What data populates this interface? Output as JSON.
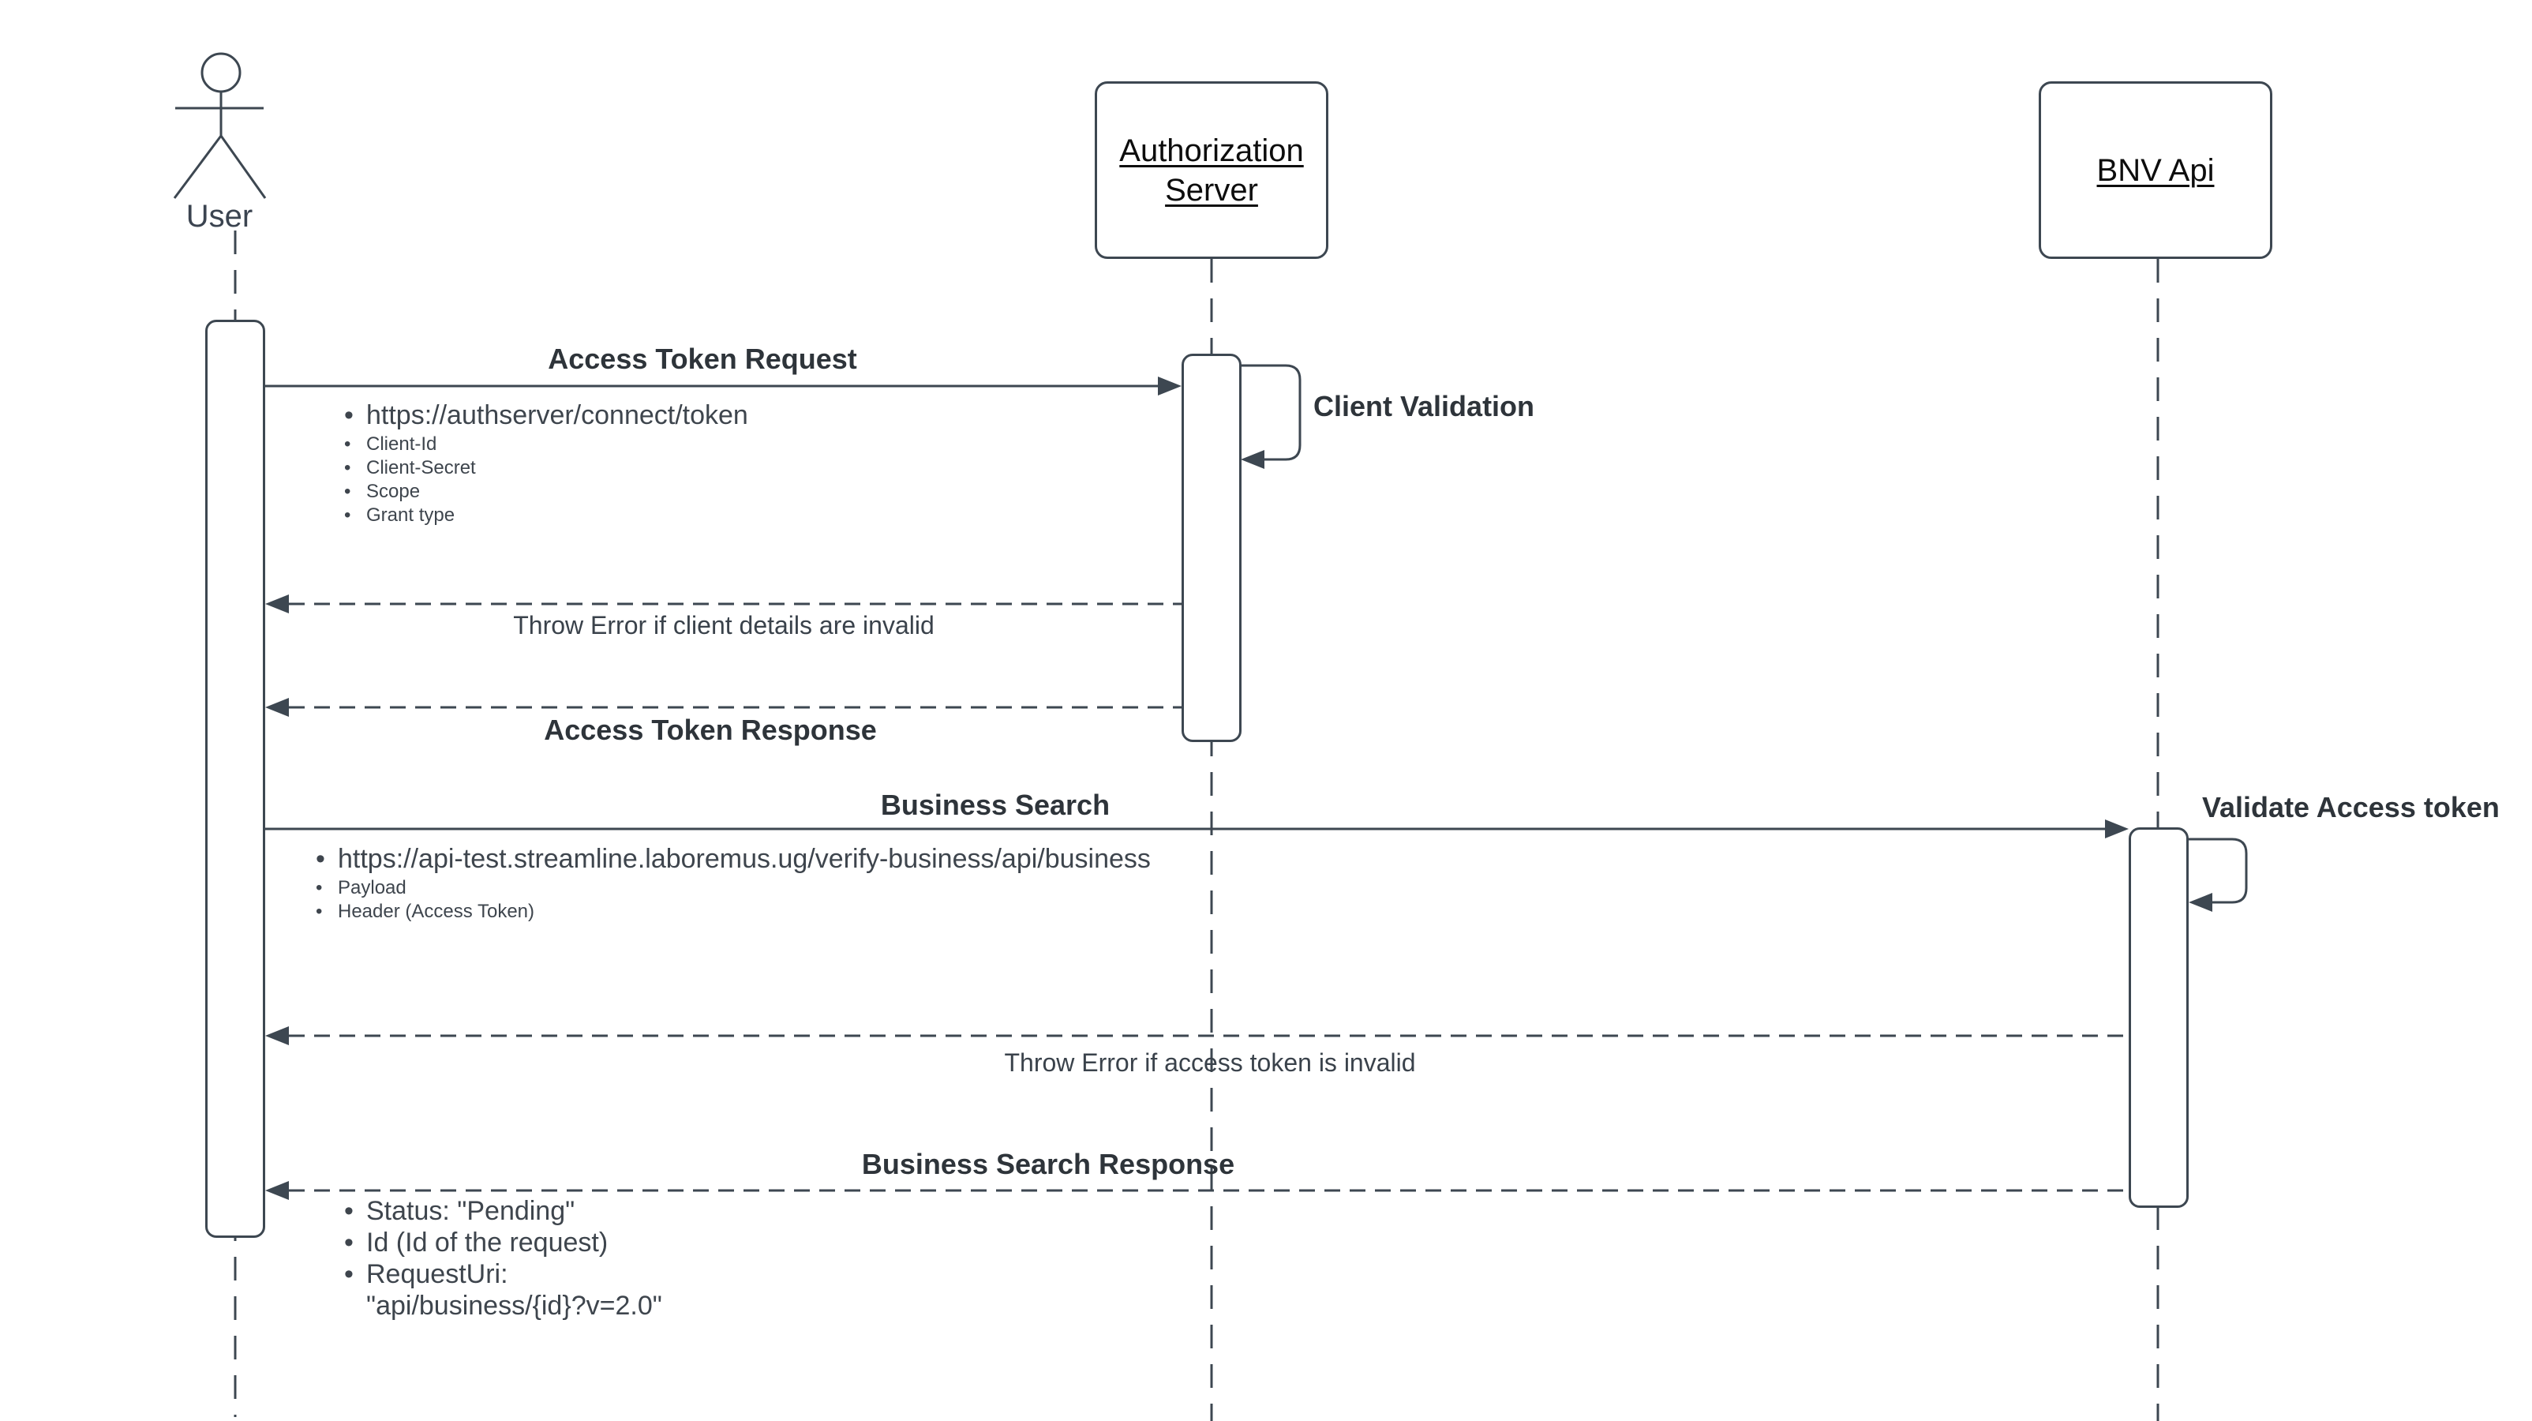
{
  "diagram": {
    "type": "uml-sequence-diagram",
    "colors": {
      "stroke": "#3d4751",
      "participant_text": "#0d0d0d",
      "bold_label_text": "#2e343a",
      "plain_text": "#3a424b",
      "background": "#ffffff"
    }
  },
  "actors": {
    "user": {
      "label": "User"
    },
    "auth_server": {
      "label": "Authorization Server"
    },
    "bnv_api": {
      "label": "BNV Api"
    }
  },
  "messages": {
    "access_token_request": {
      "label": "Access Token Request",
      "style": "solid",
      "from": "User",
      "to": "Authorization Server"
    },
    "client_validation": {
      "label": "Client Validation",
      "style": "self-loop",
      "on": "Authorization Server"
    },
    "throw_error_client": {
      "label": "Throw Error if client details are invalid",
      "style": "dashed",
      "from": "Authorization Server",
      "to": "User"
    },
    "access_token_response": {
      "label": "Access Token Response",
      "style": "dashed",
      "from": "Authorization Server",
      "to": "User"
    },
    "business_search": {
      "label": "Business Search",
      "style": "solid",
      "from": "User",
      "to": "BNV Api"
    },
    "validate_access_token": {
      "label": "Validate Access token",
      "style": "self-loop",
      "on": "BNV Api"
    },
    "throw_error_token": {
      "label": "Throw Error if access token is invalid",
      "style": "dashed",
      "from": "BNV Api",
      "to": "User"
    },
    "business_search_response": {
      "label": "Business Search Response",
      "style": "dashed",
      "from": "BNV Api",
      "to": "User"
    }
  },
  "notes": {
    "token_request": {
      "items": [
        "https://authserver/connect/token",
        "Client-Id",
        "Client-Secret",
        "Scope",
        "Grant type"
      ]
    },
    "business_search": {
      "items": [
        "https://api-test.streamline.laboremus.ug/verify-business/api/business",
        "Payload",
        "Header (Access Token)"
      ]
    },
    "business_search_response": {
      "items": [
        "Status: \"Pending\"",
        "Id (Id of the request)",
        "RequestUri:",
        "\"api/business/{id}?v=2.0\""
      ]
    }
  }
}
